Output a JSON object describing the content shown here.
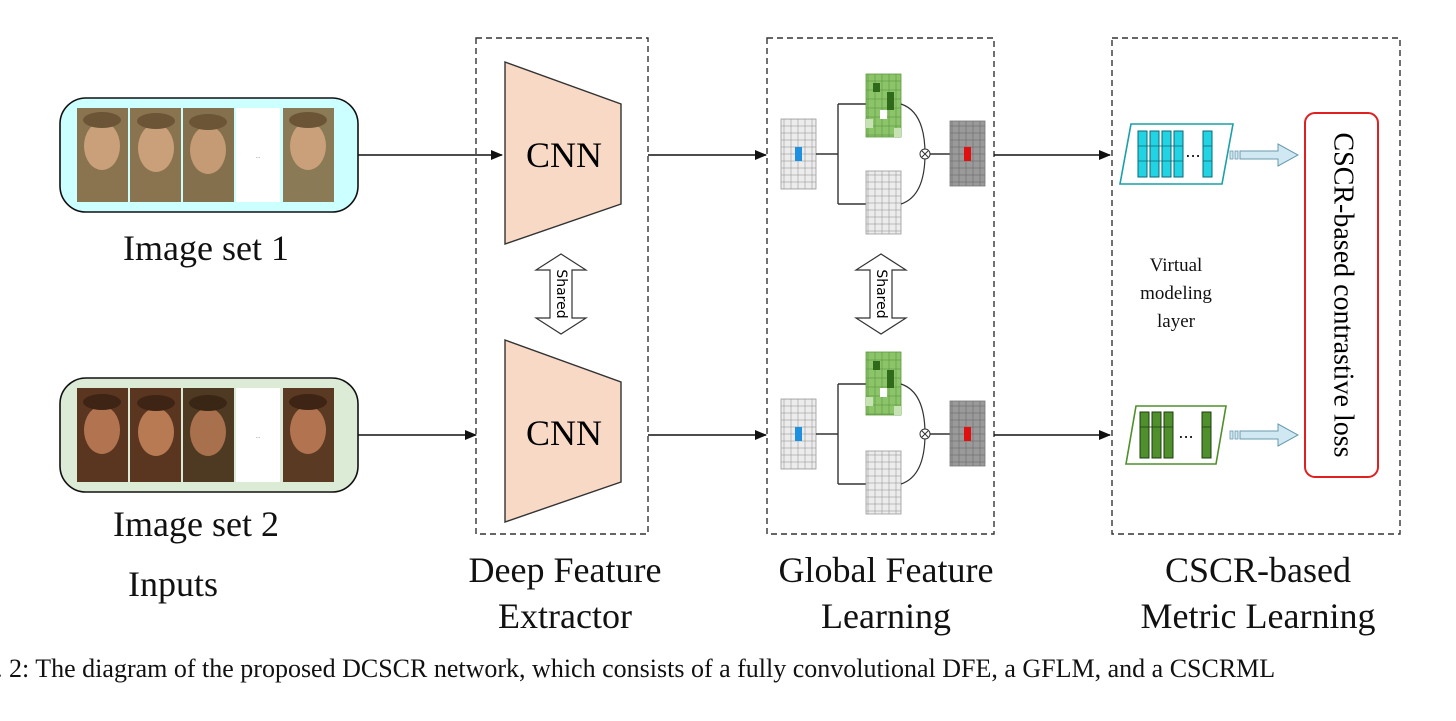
{
  "inputs": {
    "set1_label": "Image set 1",
    "set2_label": "Image set 2",
    "section_label": "Inputs",
    "ellipsis": "..."
  },
  "extractor": {
    "cnn_label": "CNN",
    "shared_label": "Shared",
    "section_label_line1": "Deep Feature",
    "section_label_line2": "Extractor"
  },
  "global": {
    "shared_label": "Shared",
    "section_label_line1": "Global Feature",
    "section_label_line2": "Learning"
  },
  "metric": {
    "virtual_line1": "Virtual",
    "virtual_line2": "modeling",
    "virtual_line3": "layer",
    "loss_label": "CSCR-based contrastive loss",
    "section_label_line1": "CSCR-based",
    "section_label_line2": "Metric Learning"
  },
  "caption": ". 2: The diagram of the proposed DCSCR network, which consists of a fully convolutional DFE, a GFLM, and a CSCRML",
  "colors": {
    "set1_bg": "#ccffff",
    "set2_bg": "#dcebd6",
    "cnn_fill": "#f8d9c6",
    "vector1": "#22d3e3",
    "vector2": "#4f8f2c",
    "loss_border": "#e02020",
    "highlight_blue": "#1e90e0",
    "highlight_red": "#e01010"
  }
}
